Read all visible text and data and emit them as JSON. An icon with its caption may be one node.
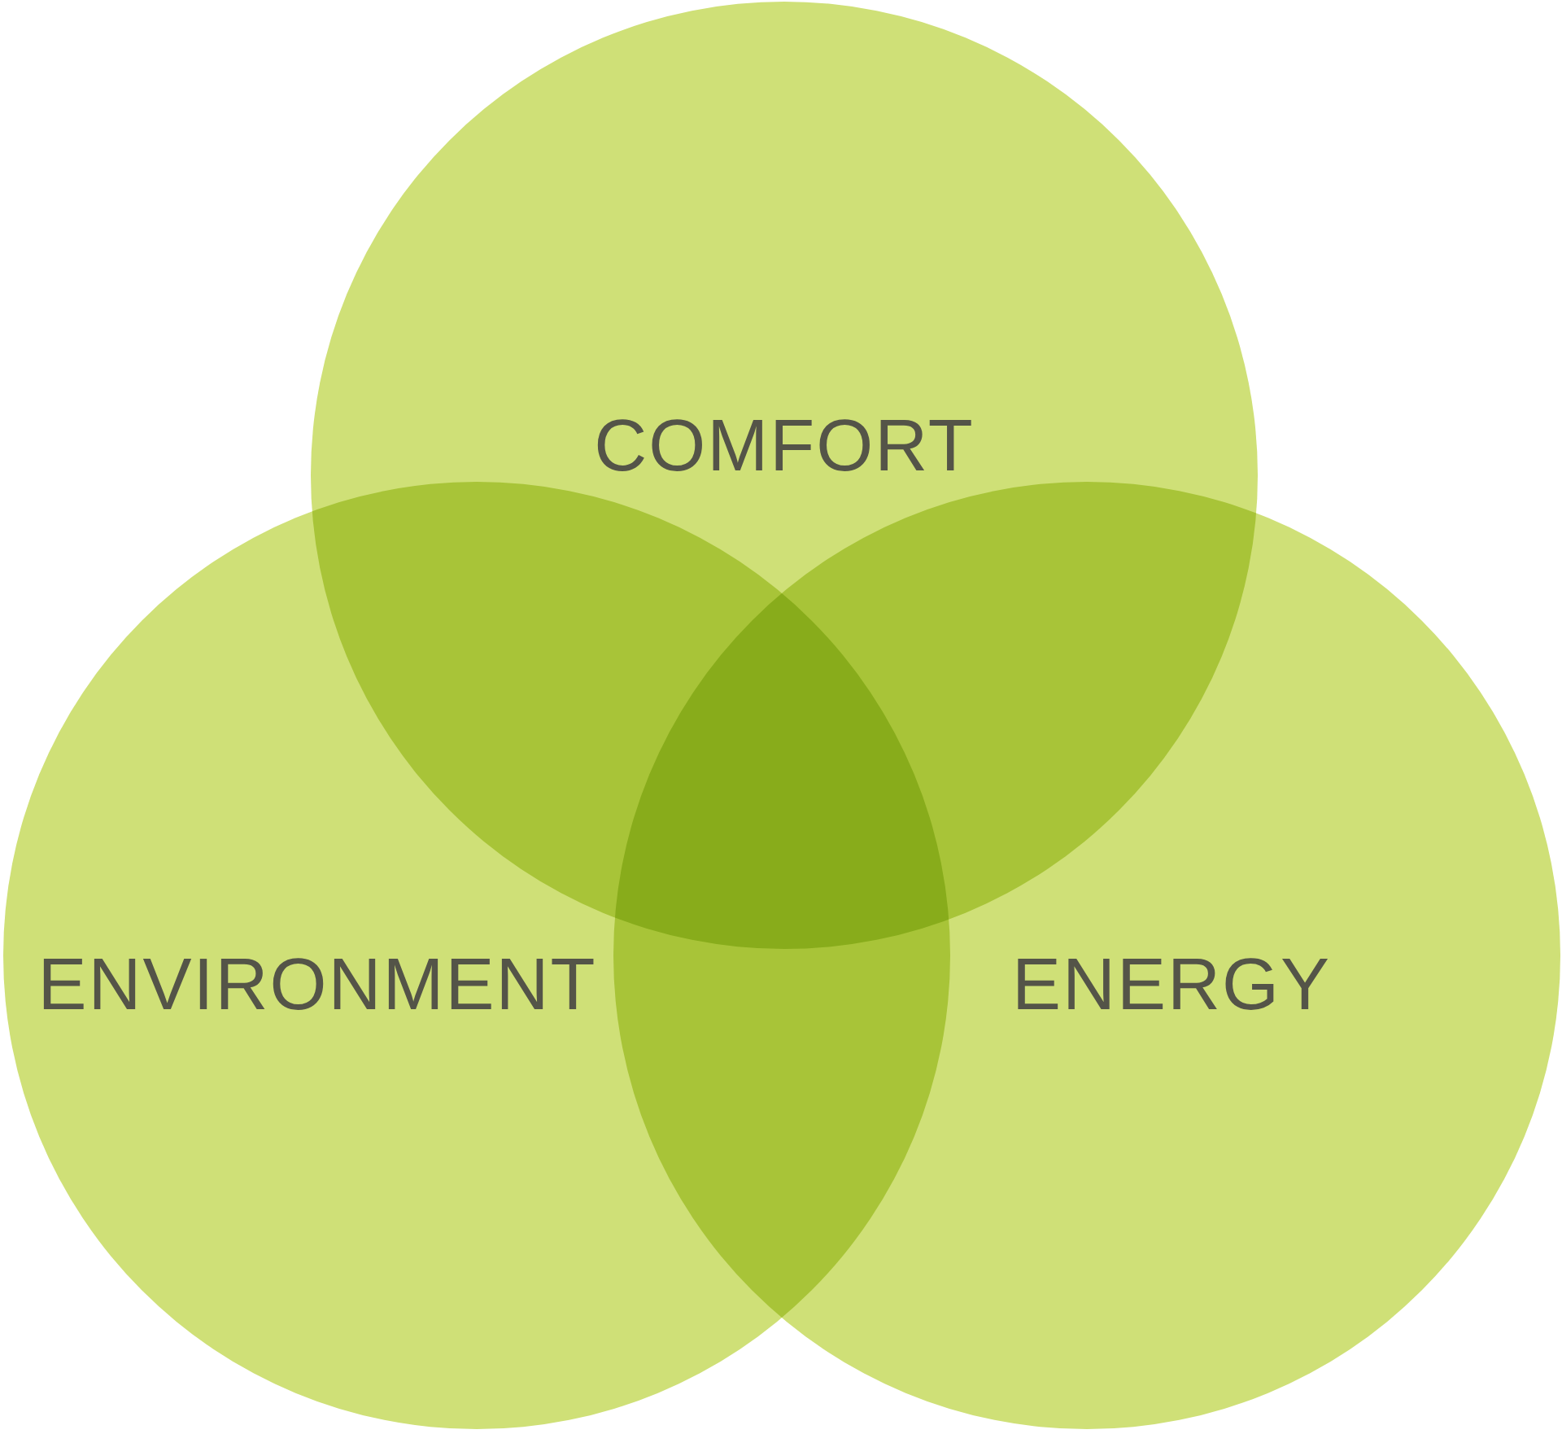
{
  "diagram": {
    "nodes": [
      {
        "text": [
          "COMFORT"
        ]
      },
      {
        "text": [
          "ENVIRONMENT"
        ]
      },
      {
        "text": [
          "ENERGY"
        ]
      }
    ]
  }
}
